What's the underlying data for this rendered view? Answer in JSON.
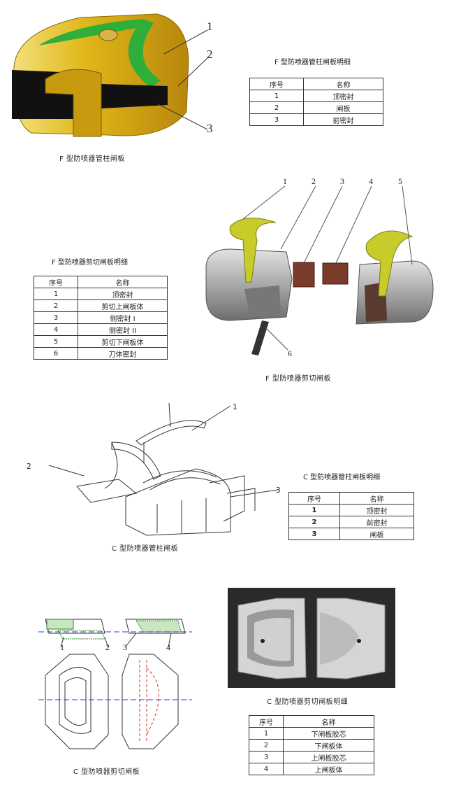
{
  "fig1": {
    "caption": "F 型防喷器管柱闸板",
    "callouts": [
      "1",
      "2",
      "3"
    ],
    "table_title": "F 型防喷器管柱闸板明细",
    "headers": [
      "序号",
      "名称"
    ],
    "rows": [
      {
        "no": "1",
        "name": "顶密封"
      },
      {
        "no": "2",
        "name": "闸板"
      },
      {
        "no": "3",
        "name": "前密封"
      }
    ]
  },
  "fig2": {
    "caption": "F 型防喷器剪切闸板",
    "callouts": [
      "1",
      "2",
      "3",
      "4",
      "5",
      "6"
    ],
    "table_title": "F 型防喷器剪切闸板明细",
    "headers": [
      "序号",
      "名称"
    ],
    "rows": [
      {
        "no": "1",
        "name": "顶密封"
      },
      {
        "no": "2",
        "name": "剪切上闸板体"
      },
      {
        "no": "3",
        "name": "侧密封 I"
      },
      {
        "no": "4",
        "name": "侧密封 II"
      },
      {
        "no": "5",
        "name": "剪切下闸板体"
      },
      {
        "no": "6",
        "name": "刀体密封"
      }
    ]
  },
  "fig3": {
    "caption": "C 型防喷器管柱闸板",
    "callouts": [
      "1",
      "2",
      "3"
    ],
    "table_title": "C 型防喷器管柱闸板明细",
    "headers": [
      "序号",
      "名称"
    ],
    "rows": [
      {
        "no": "1",
        "name": "顶密封"
      },
      {
        "no": "2",
        "name": "前密封"
      },
      {
        "no": "3",
        "name": "闸板"
      }
    ]
  },
  "fig4": {
    "caption": "C 型防喷器剪切闸板",
    "callouts": [
      "1",
      "2",
      "3",
      "4"
    ],
    "photo_caption": "C 型防喷器剪切闸板明细",
    "headers": [
      "序号",
      "名称"
    ],
    "rows": [
      {
        "no": "1",
        "name": "下闸板胶芯"
      },
      {
        "no": "2",
        "name": "下闸板体"
      },
      {
        "no": "3",
        "name": "上闸板胶芯"
      },
      {
        "no": "4",
        "name": "上闸板体"
      }
    ]
  },
  "colors": {
    "gold": "#e0b81a",
    "green": "#2fae3a",
    "black_seal": "#111111",
    "grey_body": "#b8b8b8",
    "yellow_green_seal": "#c8cc2a",
    "brown_seal": "#7a3b2a",
    "photo_bg": "#2a2a2a"
  }
}
